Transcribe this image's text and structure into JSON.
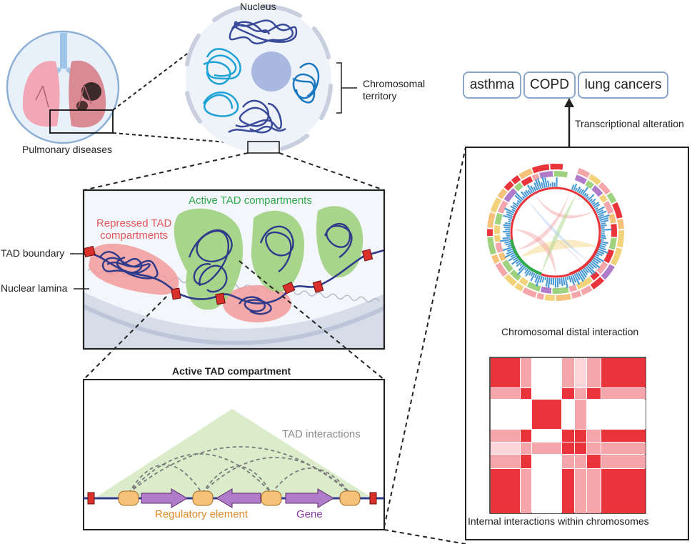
{
  "title_nucleus": "Nucleus",
  "label_chromosomal_territory": "Chromosomal\nterritory",
  "label_pulmonary_diseases": "Pulmonary diseases",
  "label_active_tad_compartments": "Active TAD compartments",
  "label_repressed_tad_compartments": "Repressed TAD\ncompartments",
  "label_tad_boundary": "TAD boundary",
  "label_nuclear_lamina": "Nuclear lamina",
  "title_active_tad_compartment": "Active TAD compartment",
  "label_tad_interactions": "TAD interactions",
  "label_regulatory_element": "Regulatory element",
  "label_gene": "Gene",
  "diseases": [
    "asthma",
    "COPD",
    "lung cancers"
  ],
  "label_transcriptional_alteration": "Transcriptional alteration",
  "label_chromosomal_distal_interaction": "Chromosomal distal interaction",
  "label_internal_interactions": "Internal interactions within chromosomes",
  "colors": {
    "chromatin_dark": "#3a4a9a",
    "chromatin_light": "#1fa3d6",
    "nucleolus": "#a8b8e0",
    "active_green": "#9fd27e",
    "repressed_red": "#f29a9a",
    "boundary_red": "#d9302c",
    "regulatory_orange": "#f6c27a",
    "gene_purple": "#b07bc8",
    "heatmap_red": "#e8343a",
    "heatmap_pink": "#f4a6ab",
    "heatmap_light": "#fbd5d8",
    "label_green": "#2eaa4a",
    "label_red": "#e6575a",
    "label_orange": "#e08a2a",
    "label_purple": "#8a3aa8"
  }
}
